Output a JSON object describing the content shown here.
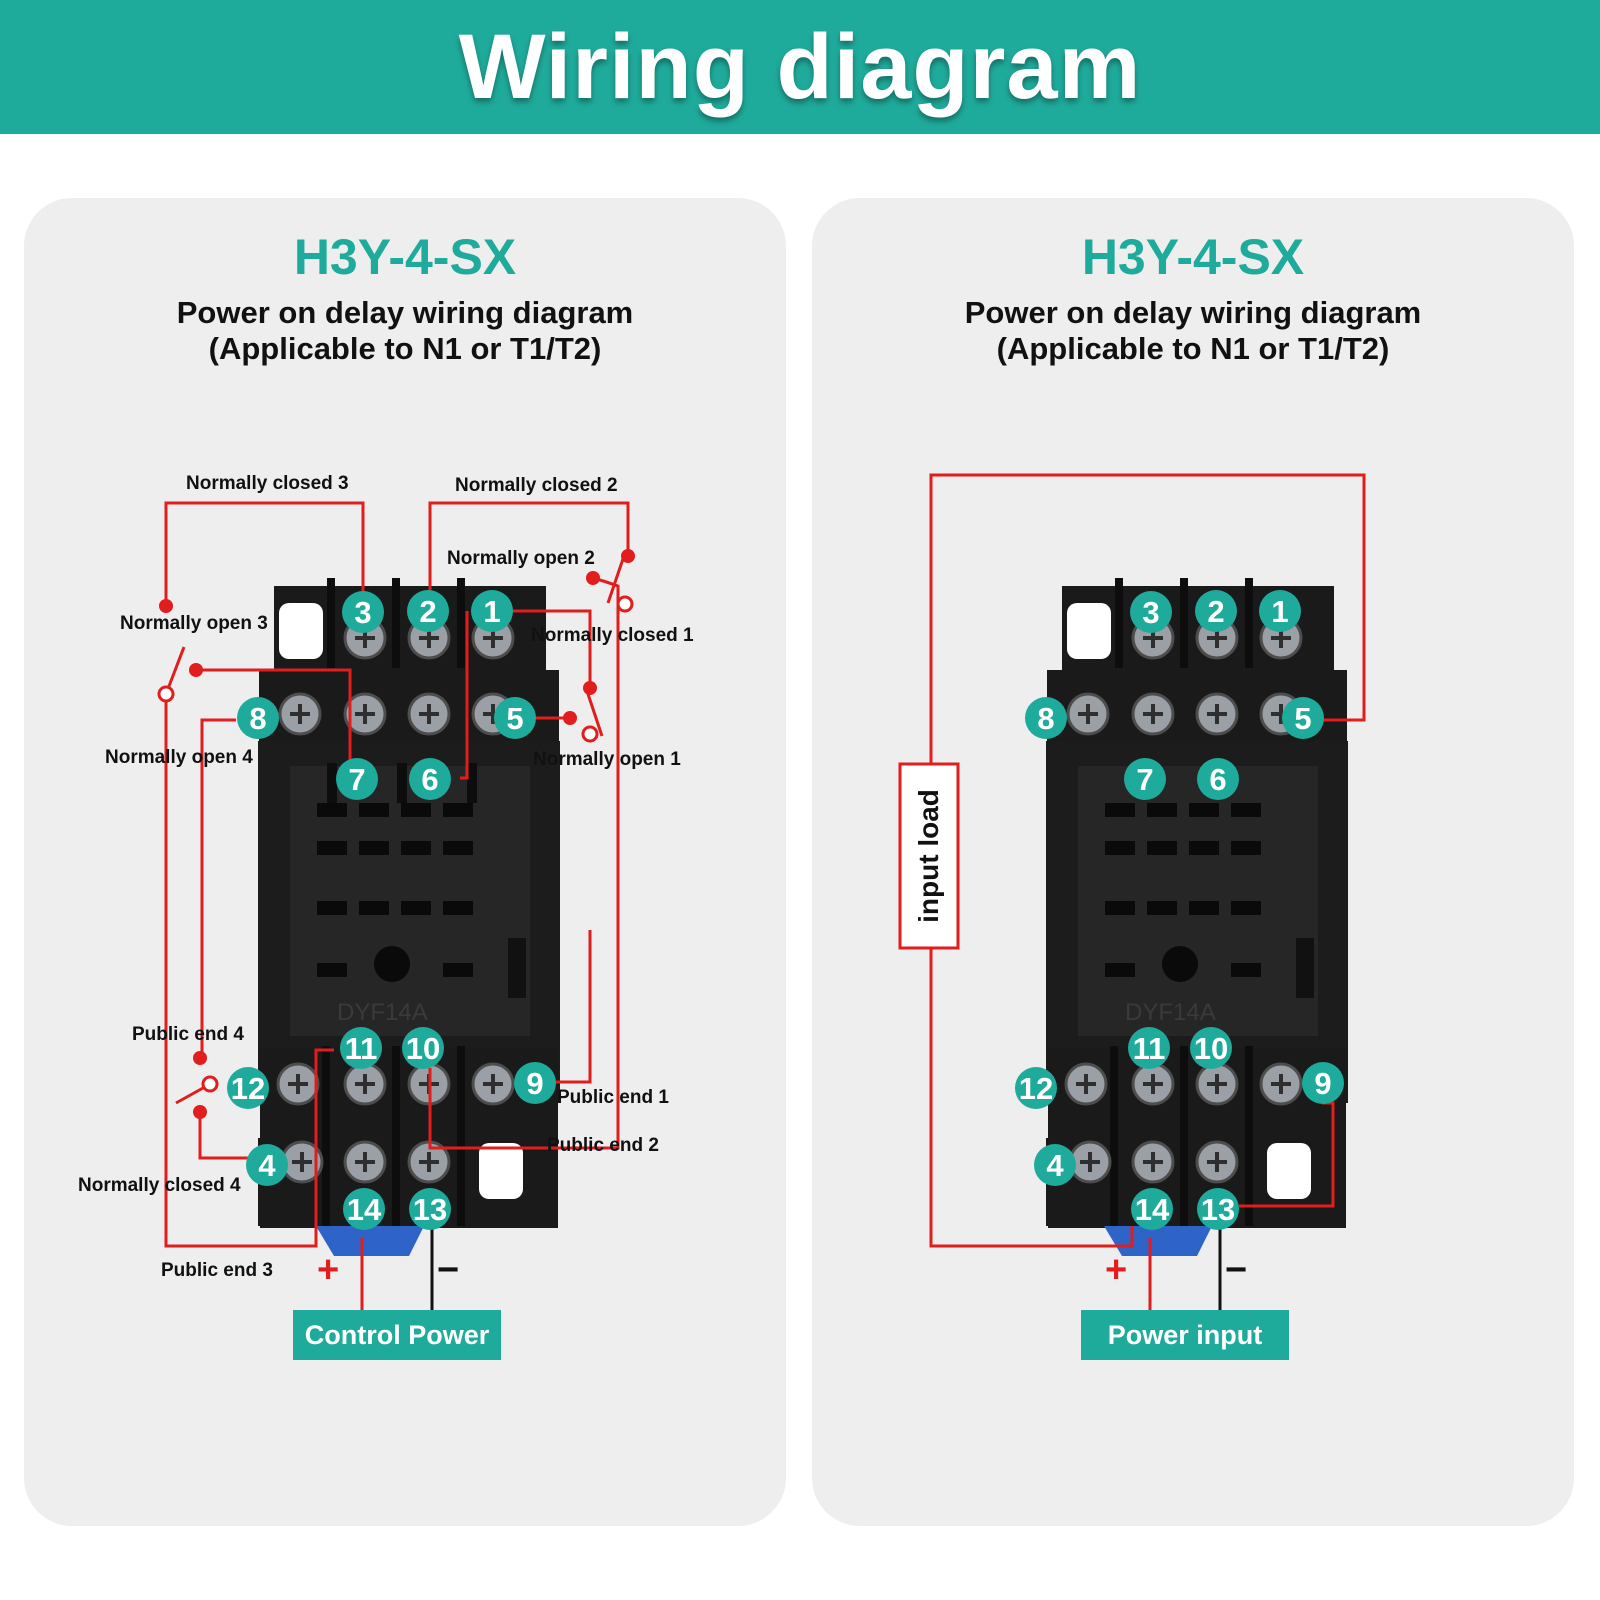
{
  "header": {
    "title": "Wiring diagram"
  },
  "colors": {
    "brand": "#1fab9b",
    "wire": "#e11d1d",
    "panel": "#eeeeee"
  },
  "left_panel": {
    "model": "H3Y-4-SX",
    "subtitle_line1": "Power on delay wiring diagram",
    "subtitle_line2": "(Applicable to N1 or T1/T2)",
    "labels": {
      "nc3": "Normally closed 3",
      "nc2": "Normally closed 2",
      "no2": "Normally open 2",
      "no3": "Normally open 3",
      "nc1": "Normally closed 1",
      "no4": "Normally open 4",
      "no1": "Normally open 1",
      "pe4": "Public end 4",
      "pe1": "Public end 1",
      "pe2": "Public end 2",
      "nc4": "Normally closed 4",
      "pe3": "Public end 3"
    },
    "plus": "+",
    "minus": "−",
    "power_label": "Control Power"
  },
  "right_panel": {
    "model": "H3Y-4-SX",
    "subtitle_line1": "Power on delay wiring diagram",
    "subtitle_line2": "(Applicable to N1 or T1/T2)",
    "load_label": "input load",
    "plus": "+",
    "minus": "−",
    "power_label": "Power input"
  },
  "socket": {
    "marking": "DYF14A"
  },
  "terminals": [
    "1",
    "2",
    "3",
    "4",
    "5",
    "6",
    "7",
    "8",
    "9",
    "10",
    "11",
    "12",
    "13",
    "14"
  ]
}
